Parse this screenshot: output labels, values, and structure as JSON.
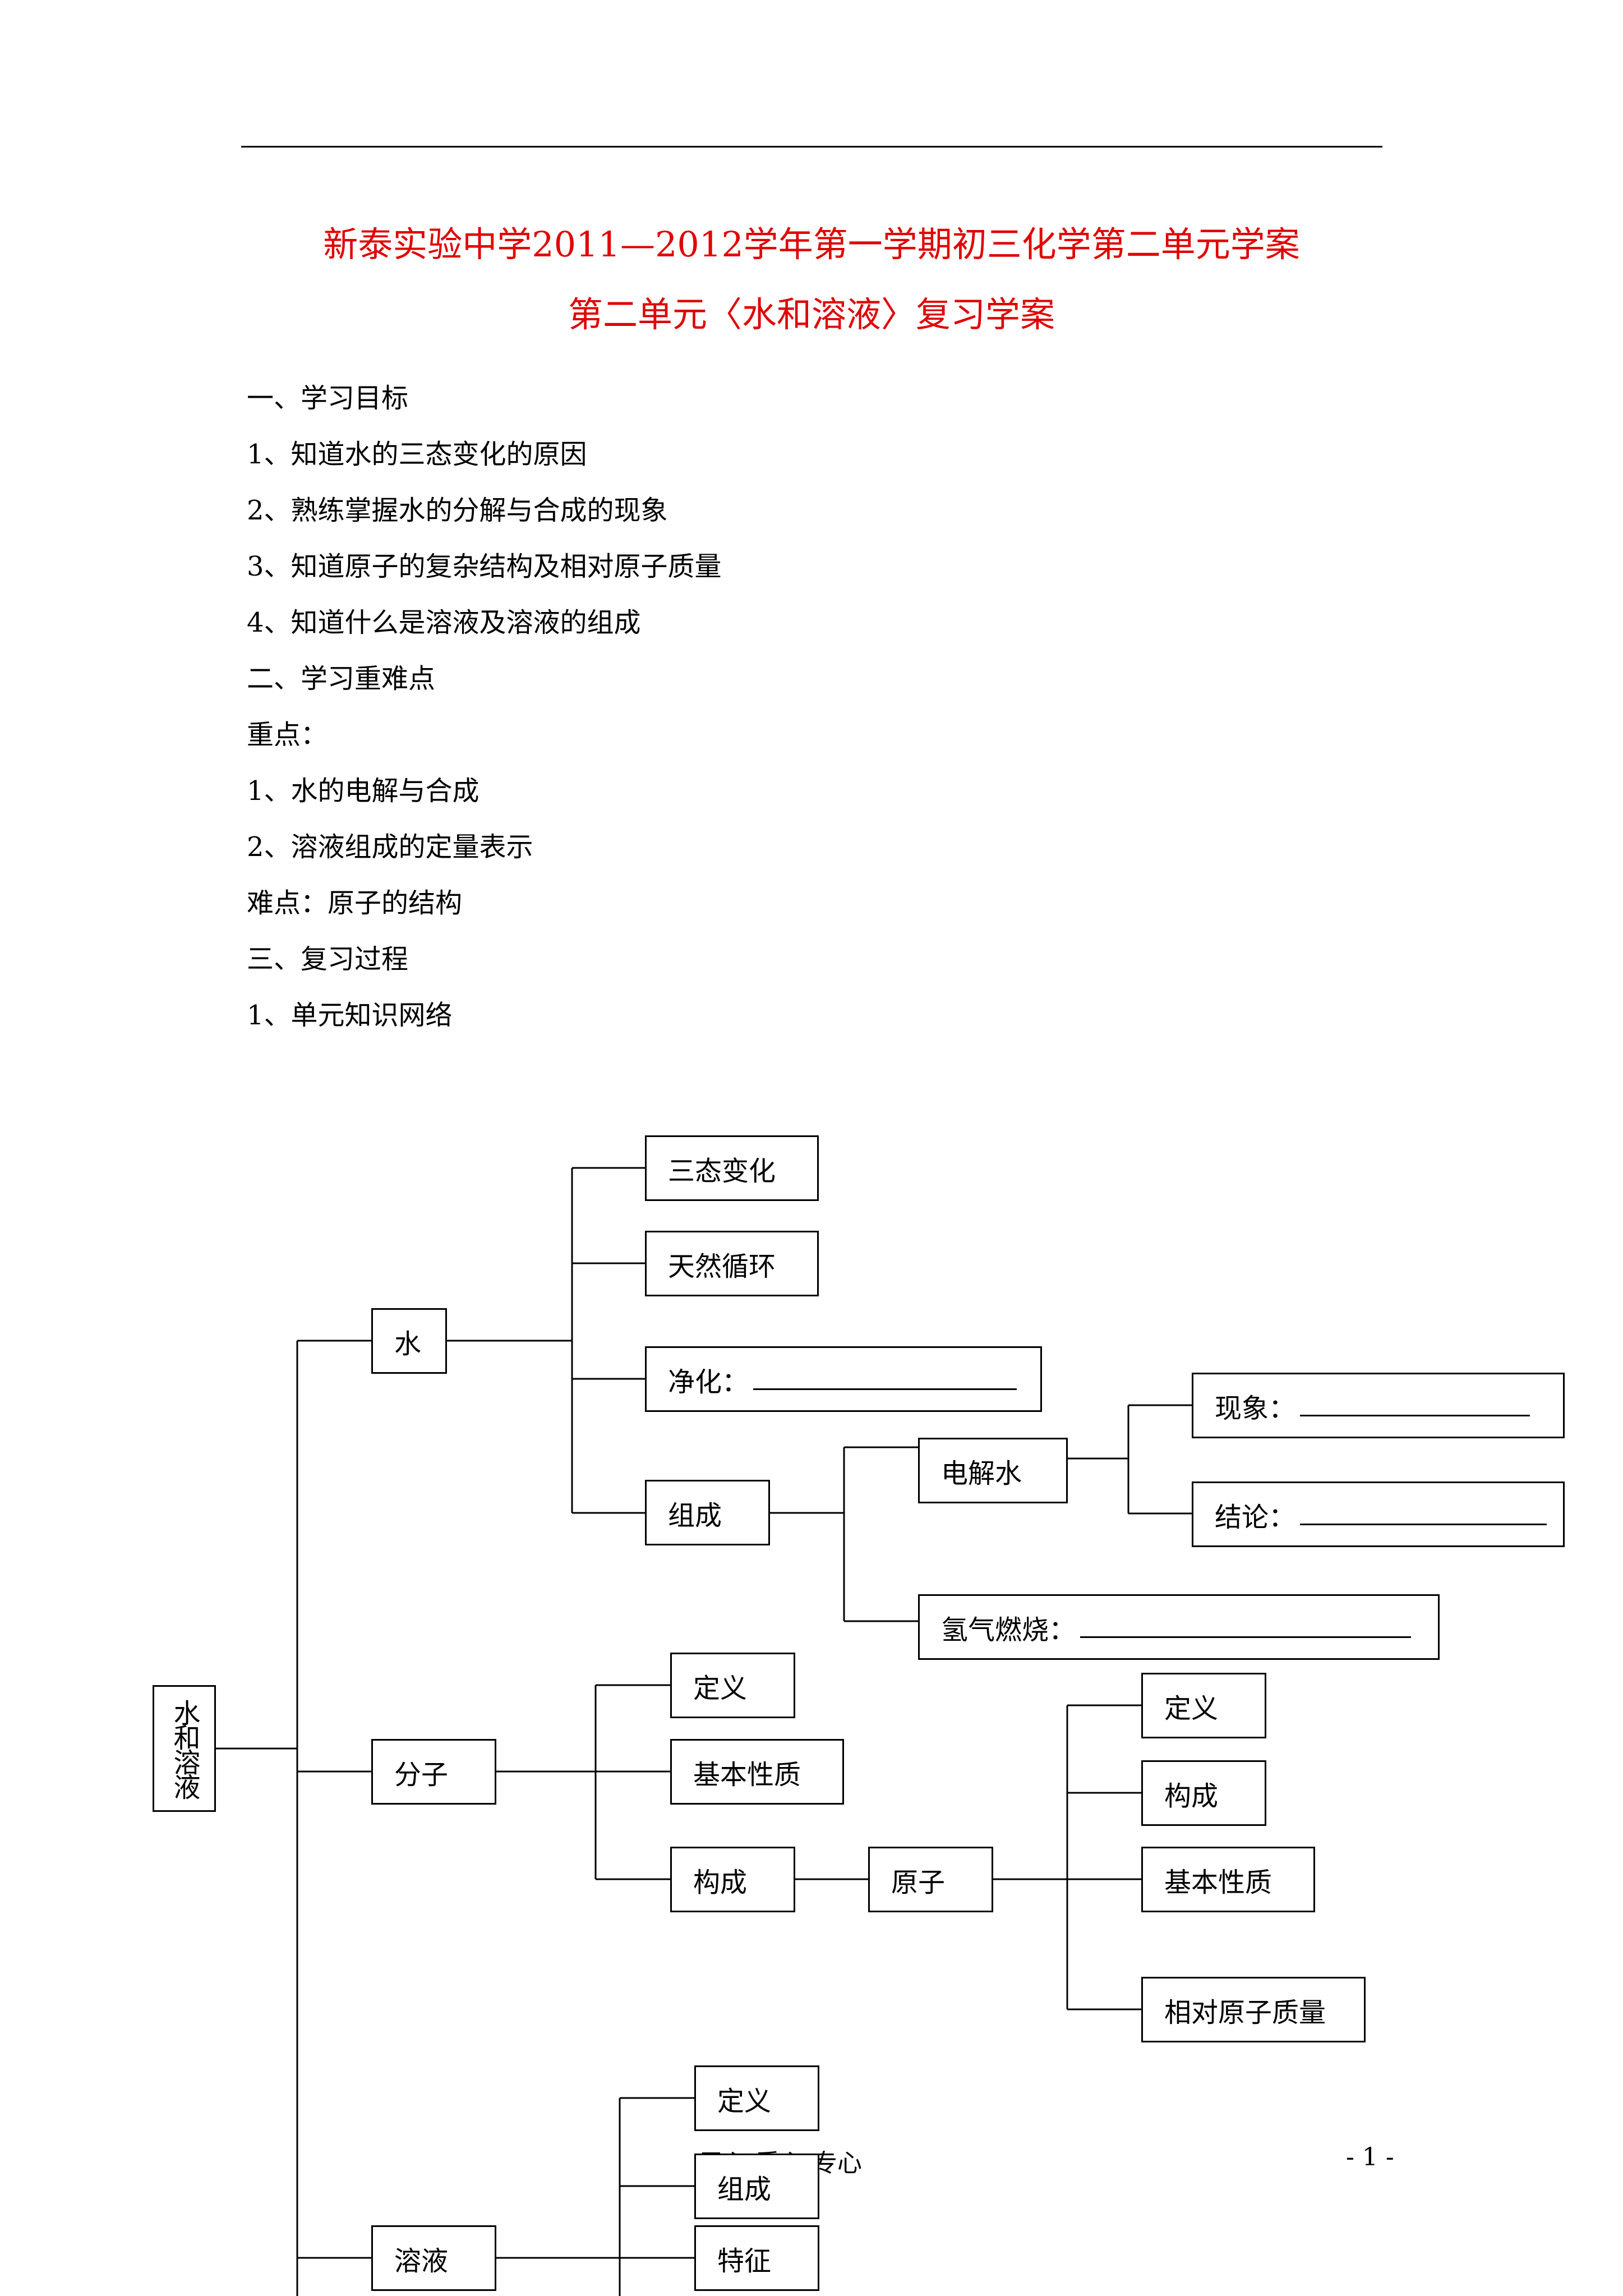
{
  "header": {
    "title_line1": "新泰实验中学2011—2012学年第一学期初三化学第二单元学案",
    "title_line2": "第二单元〈水和溶液〉复习学案"
  },
  "body_lines": [
    "一、学习目标",
    "1、知道水的三态变化的原因",
    "2、熟练掌握水的分解与合成的现象",
    "3、知道原子的复杂结构及相对原子质量",
    "4、知道什么是溶液及溶液的组成",
    "二、学习重难点",
    "重点：",
    "1、水的电解与合成",
    "2、溶液组成的定量表示",
    "难点：原子的结构",
    "三、复习过程",
    "1、单元知识网络"
  ],
  "diagram": {
    "root": "水和溶液",
    "water": "水",
    "three_states": "三态变化",
    "natural_cycle": "天然循环",
    "purification": "净化：",
    "composition": "组成",
    "electrolysis": "电解水",
    "phenomenon": "现象：",
    "conclusion": "结论：",
    "hydrogen_burning": "氢气燃烧：",
    "molecule": "分子",
    "mol_definition": "定义",
    "mol_properties": "基本性质",
    "mol_composition": "构成",
    "atom": "原子",
    "atom_definition": "定义",
    "atom_composition": "构成",
    "atom_properties": "基本性质",
    "relative_atomic_mass": "相对原子质量",
    "solution": "溶液",
    "sol_definition": "定义",
    "sol_composition": "组成",
    "sol_feature": "特征"
  },
  "footer": {
    "motto": "用心  爱心  专心",
    "page_number": "- 1 -"
  }
}
